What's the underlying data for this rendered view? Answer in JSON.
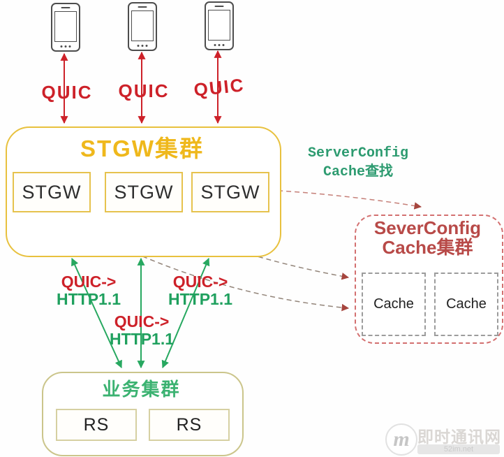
{
  "colors": {
    "quic_red": "#cd2129",
    "gold_title": "#efb81c",
    "cluster_border_yellow": "#e8c13e",
    "green_arrow": "#27a860",
    "http_green": "#1fa05e",
    "lookup_teal": "#2d9b70",
    "cache_red": "#b84a48",
    "cache_border_pink": "#d37070",
    "dashed_connector": "#93857a",
    "arrowhead_brick": "#a6453e",
    "biz_border_khaki": "#cbc58b",
    "watermark_gray": "#cfcfcf"
  },
  "quic_labels": [
    "QUIC",
    "QUIC",
    "QUIC"
  ],
  "stgw_cluster": {
    "title": "STGW集群",
    "nodes": [
      "STGW",
      "STGW",
      "STGW"
    ]
  },
  "lookup": {
    "line1": "ServerConfig",
    "line2": "Cache查找"
  },
  "cache_cluster": {
    "title_line1": "SeverConfig",
    "title_line2": "Cache集群",
    "nodes": [
      "Cache",
      "Cache"
    ]
  },
  "conversions": [
    {
      "from": "QUIC->",
      "to": "HTTP1.1"
    },
    {
      "from": "QUIC->",
      "to": "HTTP1.1"
    },
    {
      "from": "QUIC->",
      "to": "HTTP1.1"
    }
  ],
  "business_cluster": {
    "title": "业务集群",
    "nodes": [
      "RS",
      "RS"
    ]
  },
  "watermark": {
    "logo": "m",
    "name": "即时通讯网",
    "site": "52im.net"
  }
}
